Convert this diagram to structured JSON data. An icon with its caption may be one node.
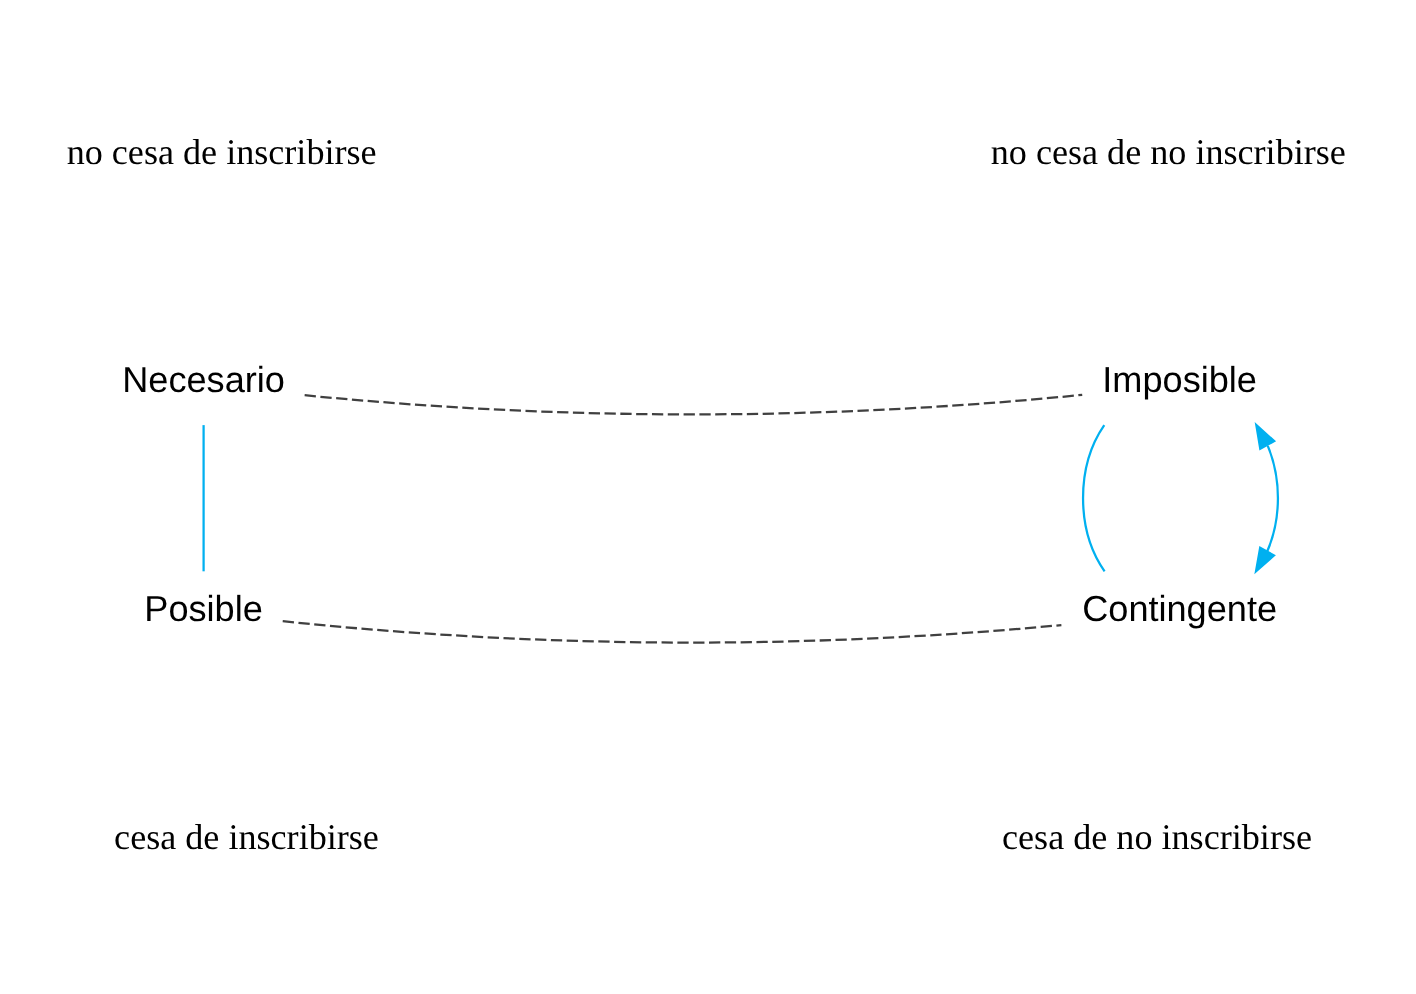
{
  "diagram": {
    "nodes": [
      {
        "text": [
          "Necesario"
        ]
      },
      {
        "text": [
          "Imposible"
        ]
      },
      {
        "text": [
          "Posible"
        ]
      },
      {
        "text": [
          "Contingente"
        ]
      }
    ],
    "edges": [
      {
        "from": 0,
        "to": 1,
        "arrow": "none",
        "style": "dashed",
        "color": "#404040"
      },
      {
        "from": 0,
        "to": 2,
        "arrow": "none"
      },
      {
        "from": 1,
        "to": 3,
        "arrow": "none"
      },
      {
        "from": 1,
        "to": 3,
        "arrow": "both"
      },
      {
        "from": 2,
        "to": 3,
        "arrow": "none",
        "style": "dashed",
        "color": "#404040"
      }
    ],
    "labels": [
      "no cesa de inscribirse",
      "no cesa de no inscribirse",
      "cesa de inscribirse",
      "cesa de no inscribirse"
    ]
  }
}
